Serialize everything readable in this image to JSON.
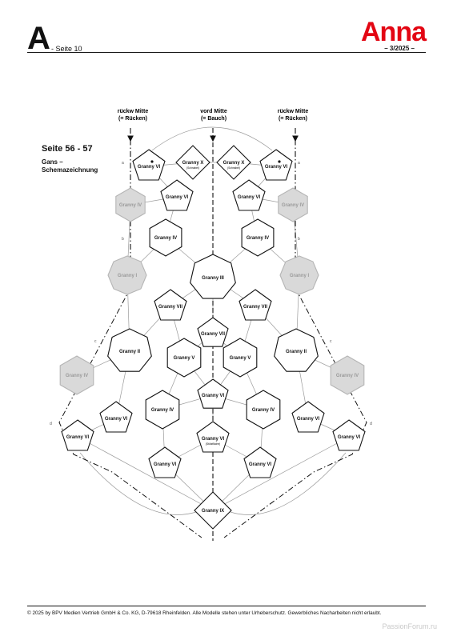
{
  "header": {
    "letter": "A",
    "page": "- Seite 10",
    "brand": "Anna",
    "issue": "– 3/2025 –"
  },
  "section": {
    "title": "Seite 56 - 57",
    "subtitle": "Gans – Schemazeichnung"
  },
  "columns": [
    {
      "id": "back-left",
      "line1": "rückw Mitte",
      "line2": "(= Rücken)"
    },
    {
      "id": "front",
      "line1": "vord Mitte",
      "line2": "(= Bauch)"
    },
    {
      "id": "back-right",
      "line1": "rückw Mitte",
      "line2": "(= Rücken)"
    }
  ],
  "edge_labels": [
    "a",
    "b",
    "c",
    "d"
  ],
  "tiles": [
    {
      "id": "vi-top-l",
      "label": "Granny VI",
      "shape": "pentagon",
      "dot": true
    },
    {
      "id": "x-l",
      "label": "Granny X",
      "shape": "diamond",
      "note": "(Schnabel)"
    },
    {
      "id": "x-r",
      "label": "Granny X",
      "shape": "diamond",
      "note": "(Schnabel)"
    },
    {
      "id": "vi-top-r",
      "label": "Granny VI",
      "shape": "pentagon",
      "dot": true
    },
    {
      "id": "iv-gray-l1",
      "label": "Granny IV",
      "shape": "hexagon",
      "gray": true
    },
    {
      "id": "vi-2-l",
      "label": "Granny VI",
      "shape": "pentagon"
    },
    {
      "id": "vi-2-r",
      "label": "Granny VI",
      "shape": "pentagon"
    },
    {
      "id": "iv-gray-r1",
      "label": "Granny IV",
      "shape": "hexagon",
      "gray": true
    },
    {
      "id": "iv-3-l",
      "label": "Granny IV",
      "shape": "hexagon"
    },
    {
      "id": "iv-3-r",
      "label": "Granny IV",
      "shape": "hexagon"
    },
    {
      "id": "i-gray-l",
      "label": "Granny I",
      "shape": "octagon",
      "gray": true
    },
    {
      "id": "iii",
      "label": "Granny III",
      "shape": "heptagon"
    },
    {
      "id": "i-gray-r",
      "label": "Granny I",
      "shape": "octagon",
      "gray": true
    },
    {
      "id": "vii-l",
      "label": "Granny VII",
      "shape": "pentagon"
    },
    {
      "id": "vii-r",
      "label": "Granny VII",
      "shape": "pentagon"
    },
    {
      "id": "vii-c",
      "label": "Granny VII",
      "shape": "pentagon"
    },
    {
      "id": "ii-l",
      "label": "Granny II",
      "shape": "heptagon"
    },
    {
      "id": "v-l",
      "label": "Granny V",
      "shape": "hexagon"
    },
    {
      "id": "v-r",
      "label": "Granny V",
      "shape": "hexagon"
    },
    {
      "id": "ii-r",
      "label": "Granny II",
      "shape": "heptagon"
    },
    {
      "id": "iv-gray-l2",
      "label": "Granny IV",
      "shape": "hexagon",
      "gray": true
    },
    {
      "id": "iv-gray-r2",
      "label": "Granny IV",
      "shape": "hexagon",
      "gray": true
    },
    {
      "id": "vi-c1",
      "label": "Granny VI",
      "shape": "pentagon"
    },
    {
      "id": "vi-6-l",
      "label": "Granny VI",
      "shape": "pentagon"
    },
    {
      "id": "iv-6-l",
      "label": "Granny IV",
      "shape": "hexagon"
    },
    {
      "id": "iv-6-r",
      "label": "Granny IV",
      "shape": "hexagon"
    },
    {
      "id": "vi-6-r",
      "label": "Granny VI",
      "shape": "pentagon"
    },
    {
      "id": "vi-7-l",
      "label": "Granny VI",
      "shape": "pentagon"
    },
    {
      "id": "vi-c2",
      "label": "Granny VI",
      "shape": "pentagon",
      "note": "(Stützfläche)"
    },
    {
      "id": "vi-7-r",
      "label": "Granny VI",
      "shape": "pentagon"
    },
    {
      "id": "vi-8-l",
      "label": "Granny VI",
      "shape": "pentagon"
    },
    {
      "id": "vi-8-r",
      "label": "Granny VI",
      "shape": "pentagon"
    },
    {
      "id": "ix",
      "label": "Granny IX",
      "shape": "diamond"
    }
  ],
  "footer": "© 2025 by BPV Medien Vertrieb GmbH & Co. KG, D-79618 Rheinfelden. Alle Modelle stehen unter Urheberschutz. Gewerbliches Nacharbeiten nicht erlaubt.",
  "watermark": "PassionForum.ru"
}
